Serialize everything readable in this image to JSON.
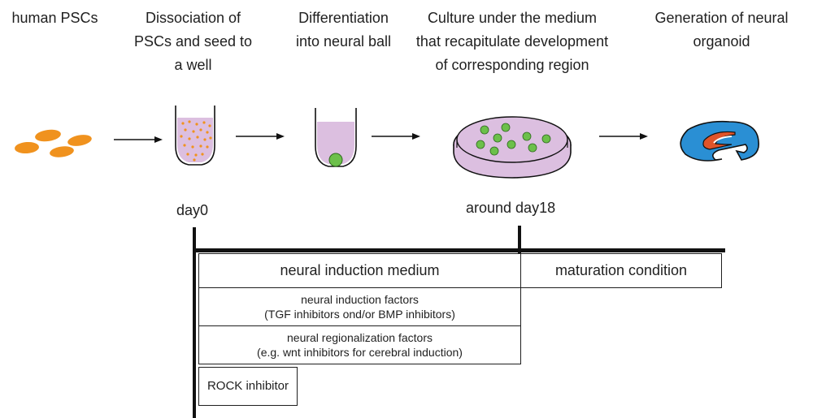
{
  "steps": [
    {
      "lines": [
        "human PSCs"
      ]
    },
    {
      "lines": [
        "Dissociation of",
        "PSCs and seed to",
        "a well"
      ]
    },
    {
      "lines": [
        "Differentiation",
        "into neural ball"
      ]
    },
    {
      "lines": [
        "Culture under the medium",
        "that recapitulate development",
        "of corresponding region"
      ]
    },
    {
      "lines": [
        "Generation of neural",
        "organoid"
      ]
    }
  ],
  "timeline": {
    "day0": "day0",
    "day18": "around day18"
  },
  "media": {
    "neural_induction_medium": "neural induction medium",
    "maturation_condition": "maturation condition"
  },
  "factors": {
    "induction": {
      "line1": "neural induction factors",
      "line2": "(TGF inhibitors ond/or BMP inhibitors)"
    },
    "regionalization": {
      "line1": "neural regionalization factors",
      "line2": "(e.g. wnt inhibitors for cerebral induction)"
    },
    "rock": "ROCK inhibitor"
  },
  "colors": {
    "psc": "#f0921e",
    "medium": "#dcbfe0",
    "ball": "#6cc04a",
    "organoid": "#2a8fd4",
    "organoid_inner": "#e0542a"
  }
}
